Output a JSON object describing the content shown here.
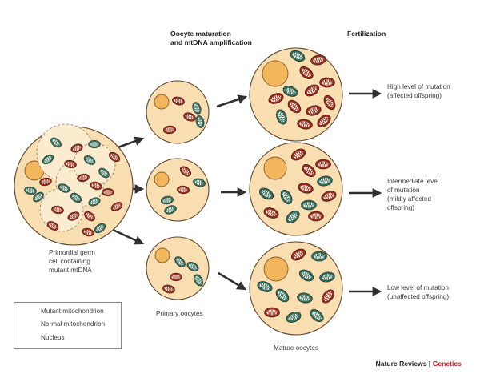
{
  "headers": {
    "col2_line1": "Oocyte maturation",
    "col2_line2": "and mtDNA amplification",
    "col3": "Fertilization"
  },
  "labels": {
    "germ_line1": "Primordial germ",
    "germ_line2": "cell containing",
    "germ_line3": "mutant mtDNA",
    "primary_oocytes": "Primary oocytes",
    "mature_oocytes": "Mature oocytes"
  },
  "outcomes": {
    "high_line1": "High level of mutation",
    "high_line2": "(affected offspring)",
    "mid_line1": "Intermediate level",
    "mid_line2": "of mutation",
    "mid_line3": "(mildly affected",
    "mid_line4": "offspring)",
    "low_line1": "Low level of mutation",
    "low_line2": "(unaffected offspring)"
  },
  "legend": {
    "mutant": "Mutant mitochondrion",
    "normal": "Normal mitochondrion",
    "nucleus": "Nucleus"
  },
  "brand": {
    "name": "Nature Reviews",
    "separator": " | ",
    "journal": "Genetics"
  },
  "colors": {
    "cell_fill": "#f8deb0",
    "cell_stroke": "#5a4630",
    "nucleus_fill": "#f2b65c",
    "mutant": "#9a2a1c",
    "normal": "#2e6f62",
    "arrow": "#2f2f2f",
    "accent": "#c51d1d"
  }
}
